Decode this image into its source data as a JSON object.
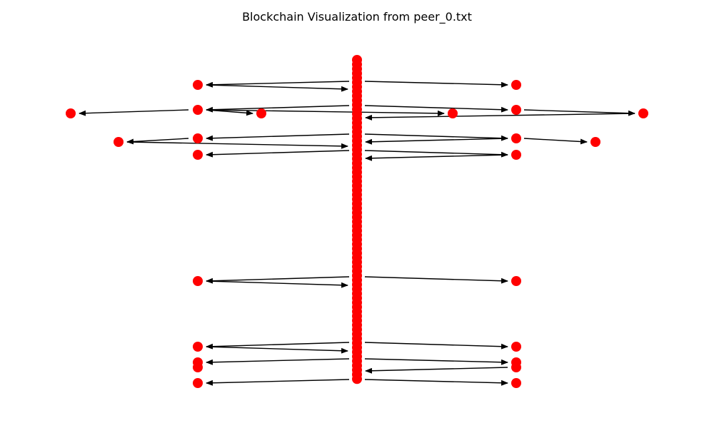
{
  "title": "Blockchain Visualization from peer_0.txt",
  "colors": {
    "node": "#ff0000",
    "edge": "#000000",
    "background": "#ffffff"
  },
  "graph": {
    "type": "directed-graph",
    "node_count": 105,
    "edge_style": "arrow"
  }
}
